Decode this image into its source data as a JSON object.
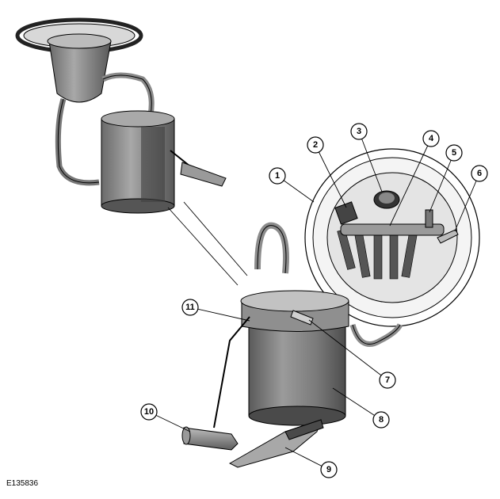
{
  "figure_ref": "E135836",
  "callouts": [
    {
      "n": "1",
      "target": "retaining-ring"
    },
    {
      "n": "2",
      "target": "electrical-connector"
    },
    {
      "n": "3",
      "target": "outlet-port"
    },
    {
      "n": "4",
      "target": "flange-pipe"
    },
    {
      "n": "5",
      "target": "vent-port"
    },
    {
      "n": "6",
      "target": "hose-connector"
    },
    {
      "n": "7",
      "target": "pipe-connector"
    },
    {
      "n": "8",
      "target": "pump-reservoir"
    },
    {
      "n": "9",
      "target": "filter"
    },
    {
      "n": "10",
      "target": "float"
    },
    {
      "n": "11",
      "target": "sender-arm-mount"
    }
  ],
  "colors": {
    "body": "#8a8a8a",
    "dark": "#4a4a4a",
    "light": "#cfcfcf",
    "line": "#000000"
  }
}
